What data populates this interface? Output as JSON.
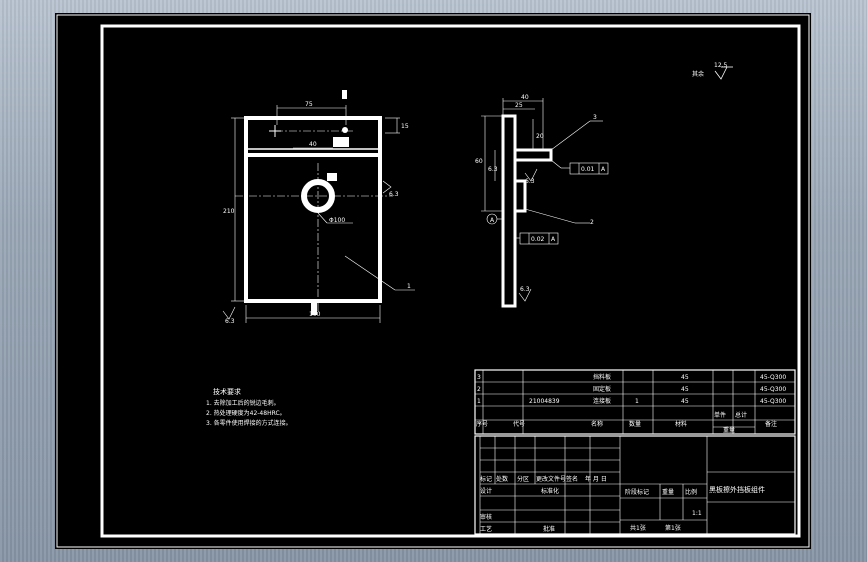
{
  "drawing": {
    "roughness_label": "其余",
    "roughness_value": "12.5",
    "dims_front": {
      "top_width": "75",
      "inner_offset": "40",
      "right_tab": "15",
      "overall_height": "210",
      "bottom_width": "100",
      "hole_dia": "Φ100",
      "side_roughness": "6.3",
      "bottom_roughness": "6.3"
    },
    "dims_side": {
      "top_a": "40",
      "top_b": "25",
      "tab_len": "20",
      "left_h": "60",
      "left_h2": "6.3",
      "bottom_roughness": "6.3",
      "side_roughness": "6.3",
      "tol1_value": "0.01",
      "tol1_ref": "A",
      "tol2_value": "0.02",
      "tol2_ref": "A",
      "datum": "A"
    },
    "balloons": {
      "front_1": "1",
      "side_3": "3",
      "side_2": "2"
    }
  },
  "tech_req": {
    "title": "技术要求",
    "items": [
      "1. 去除加工后的锐边毛刺。",
      "2. 热处理硬度为42-48HRC。",
      "3. 各零件使用焊接的方式连接。"
    ]
  },
  "bom": {
    "rows": [
      {
        "no": "3",
        "code": "",
        "name": "挡料板",
        "qty": "",
        "material": "45",
        "weight": "",
        "note": "45-Q300"
      },
      {
        "no": "2",
        "code": "",
        "name": "固定板",
        "qty": "",
        "material": "45",
        "weight": "",
        "note": "45-Q300"
      },
      {
        "no": "1",
        "code": "21004839",
        "name": "连接板",
        "qty": "1",
        "material": "45",
        "weight": "",
        "note": "45-Q300"
      }
    ],
    "header": {
      "no": "序号",
      "code": "代号",
      "name": "名称",
      "qty": "数量",
      "material": "材料",
      "single": "单件",
      "total": "总计",
      "weight": "重量",
      "note": "备注"
    }
  },
  "title_block": {
    "name": "黑板擦外挡板组件",
    "marks": "标记",
    "count": "处数",
    "zone": "分区",
    "change_doc": "更改文件号",
    "sign": "签名",
    "date": "年 月 日",
    "design": "设计",
    "standard": "标准化",
    "stage_mark": "阶段标记",
    "weight": "重量",
    "scale": "比例",
    "check": "审核",
    "process": "工艺",
    "approve": "批准",
    "scale_value": "1:1",
    "sheets_total": "共1张",
    "sheet_no": "第1张"
  }
}
